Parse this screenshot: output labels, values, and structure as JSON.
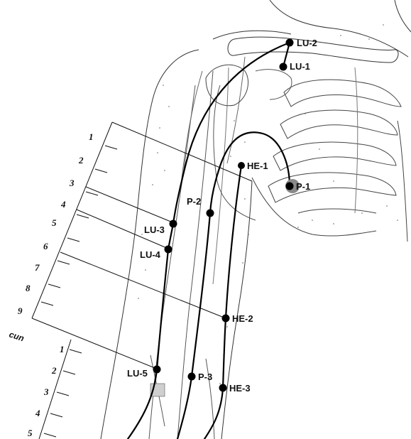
{
  "points": {
    "lu2": "LU-2",
    "lu1": "LU-1",
    "he1": "HE-1",
    "p1": "P-1",
    "p2": "P-2",
    "lu3": "LU-3",
    "lu4": "LU-4",
    "he2": "HE-2",
    "lu5": "LU-5",
    "p3": "P-3",
    "he3": "HE-3"
  },
  "scale_upper": [
    "1",
    "2",
    "3",
    "4",
    "5",
    "6",
    "7",
    "8",
    "9"
  ],
  "scale_lower": [
    "1",
    "2",
    "3",
    "4",
    "5"
  ],
  "unit_label": "cun",
  "colors": {
    "ink": "#111111",
    "marker": "#000000",
    "p1_marker_bg": "#8a8a8a",
    "hatch": "#cfcfcf"
  }
}
